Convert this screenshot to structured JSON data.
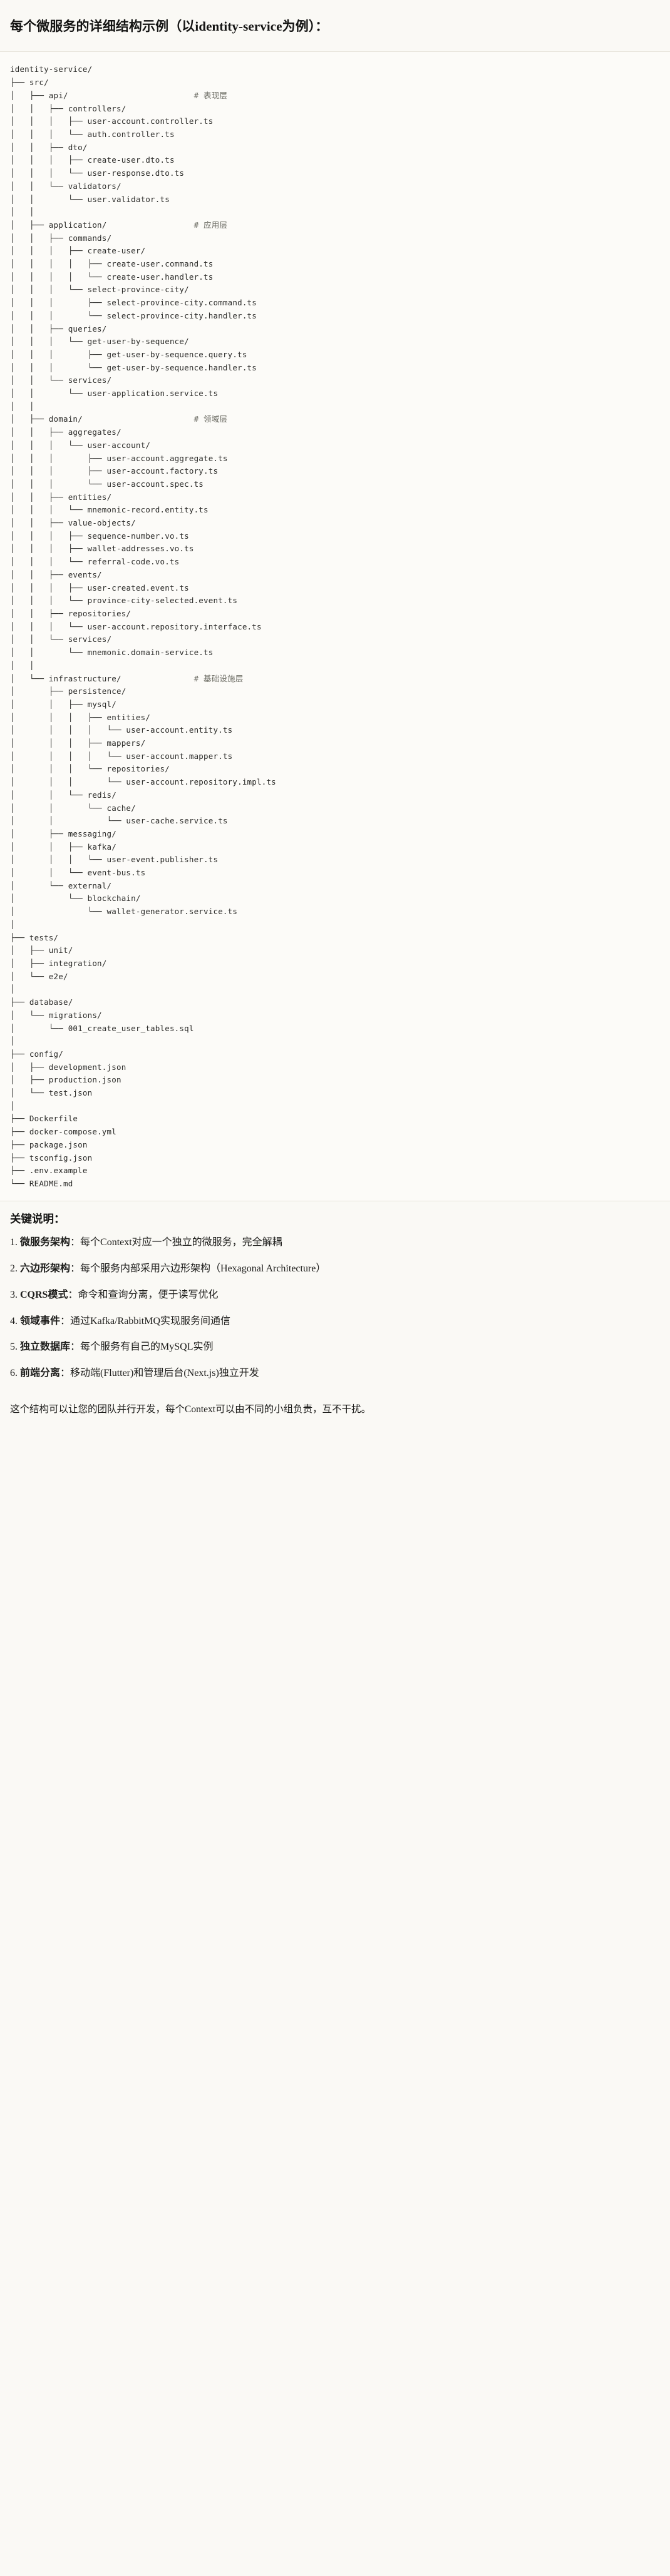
{
  "header": {
    "title": "每个微服务的详细结构示例（以identity-service为例）："
  },
  "tree": {
    "root": "identity-service/",
    "comment_column": 44,
    "comments": {
      "api": "# 表现层",
      "application": "# 应用层",
      "domain": "# 领域层",
      "infrastructure": "# 基础设施层"
    },
    "lines": [
      "identity-service/",
      "├── src/",
      "│   ├── api/                          # 表现层",
      "│   │   ├── controllers/",
      "│   │   │   ├── user-account.controller.ts",
      "│   │   │   └── auth.controller.ts",
      "│   │   ├── dto/",
      "│   │   │   ├── create-user.dto.ts",
      "│   │   │   └── user-response.dto.ts",
      "│   │   └── validators/",
      "│   │       └── user.validator.ts",
      "│   │",
      "│   ├── application/                  # 应用层",
      "│   │   ├── commands/",
      "│   │   │   ├── create-user/",
      "│   │   │   │   ├── create-user.command.ts",
      "│   │   │   │   └── create-user.handler.ts",
      "│   │   │   └── select-province-city/",
      "│   │   │       ├── select-province-city.command.ts",
      "│   │   │       └── select-province-city.handler.ts",
      "│   │   ├── queries/",
      "│   │   │   └── get-user-by-sequence/",
      "│   │   │       ├── get-user-by-sequence.query.ts",
      "│   │   │       └── get-user-by-sequence.handler.ts",
      "│   │   └── services/",
      "│   │       └── user-application.service.ts",
      "│   │",
      "│   ├── domain/                       # 领域层",
      "│   │   ├── aggregates/",
      "│   │   │   └── user-account/",
      "│   │   │       ├── user-account.aggregate.ts",
      "│   │   │       ├── user-account.factory.ts",
      "│   │   │       └── user-account.spec.ts",
      "│   │   ├── entities/",
      "│   │   │   └── mnemonic-record.entity.ts",
      "│   │   ├── value-objects/",
      "│   │   │   ├── sequence-number.vo.ts",
      "│   │   │   ├── wallet-addresses.vo.ts",
      "│   │   │   └── referral-code.vo.ts",
      "│   │   ├── events/",
      "│   │   │   ├── user-created.event.ts",
      "│   │   │   └── province-city-selected.event.ts",
      "│   │   ├── repositories/",
      "│   │   │   └── user-account.repository.interface.ts",
      "│   │   └── services/",
      "│   │       └── mnemonic.domain-service.ts",
      "│   │",
      "│   └── infrastructure/               # 基础设施层",
      "│       ├── persistence/",
      "│       │   ├── mysql/",
      "│       │   │   ├── entities/",
      "│       │   │   │   └── user-account.entity.ts",
      "│       │   │   ├── mappers/",
      "│       │   │   │   └── user-account.mapper.ts",
      "│       │   │   └── repositories/",
      "│       │   │       └── user-account.repository.impl.ts",
      "│       │   └── redis/",
      "│       │       └── cache/",
      "│       │           └── user-cache.service.ts",
      "│       ├── messaging/",
      "│       │   ├── kafka/",
      "│       │   │   └── user-event.publisher.ts",
      "│       │   └── event-bus.ts",
      "│       └── external/",
      "│           └── blockchain/",
      "│               └── wallet-generator.service.ts",
      "│",
      "├── tests/",
      "│   ├── unit/",
      "│   ├── integration/",
      "│   └── e2e/",
      "│",
      "├── database/",
      "│   └── migrations/",
      "│       └── 001_create_user_tables.sql",
      "│",
      "├── config/",
      "│   ├── development.json",
      "│   ├── production.json",
      "│   └── test.json",
      "│",
      "├── Dockerfile",
      "├── docker-compose.yml",
      "├── package.json",
      "├── tsconfig.json",
      "├── .env.example",
      "└── README.md"
    ]
  },
  "notes": {
    "title": "关键说明：",
    "items": [
      {
        "num": "1.",
        "lead": "微服务架构",
        "text": "：每个Context对应一个独立的微服务，完全解耦"
      },
      {
        "num": "2.",
        "lead": "六边形架构",
        "text": "：每个服务内部采用六边形架构（Hexagonal Architecture）"
      },
      {
        "num": "3.",
        "lead": "CQRS模式",
        "text": "：命令和查询分离，便于读写优化"
      },
      {
        "num": "4.",
        "lead": "领域事件",
        "text": "：通过Kafka/RabbitMQ实现服务间通信"
      },
      {
        "num": "5.",
        "lead": "独立数据库",
        "text": "：每个服务有自己的MySQL实例"
      },
      {
        "num": "6.",
        "lead": "前端分离",
        "text": "：移动端(Flutter)和管理后台(Next.js)独立开发"
      }
    ],
    "closing": "这个结构可以让您的团队并行开发，每个Context可以由不同的小组负责，互不干扰。"
  },
  "colors": {
    "page_bg": "#faf9f5",
    "code_bg": "#fcfbf8",
    "rule": "#e6e3da",
    "text": "#1a1a18",
    "comment": "#6b6b63"
  }
}
